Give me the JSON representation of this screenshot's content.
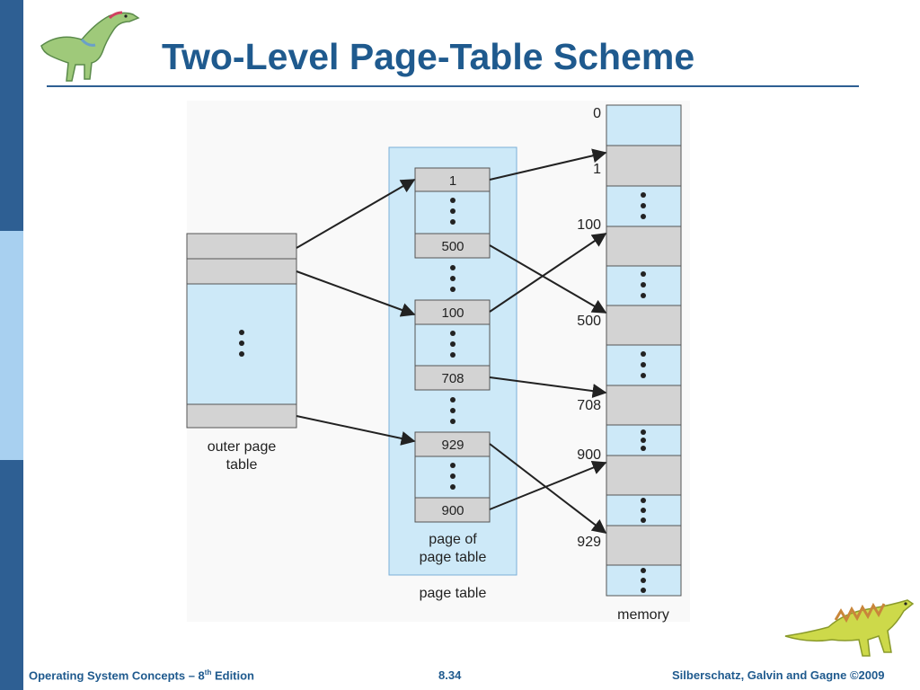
{
  "slide": {
    "title": "Two-Level Page-Table Scheme",
    "footer_left_prefix": "Operating System Concepts – 8",
    "footer_left_sup": "th",
    "footer_left_suffix": " Edition",
    "footer_center": "8.34",
    "footer_right": "Silberschatz, Galvin and Gagne ©2009"
  },
  "diagram": {
    "outer_label_line1": "outer page",
    "outer_label_line2": "table",
    "pot_label_line1": "page of",
    "pot_label_line2": "page table",
    "pt_label": "page table",
    "memory_label": "memory",
    "pot_entries": [
      "1",
      "500",
      "100",
      "708",
      "929",
      "900"
    ],
    "memory_labels": [
      "0",
      "1",
      "100",
      "500",
      "708",
      "900",
      "929"
    ]
  },
  "colors": {
    "title": "#1f5a8e",
    "sidebar": "#2e5f93",
    "sidebar_light": "#a8d0f0",
    "table_blue": "#cde9f8",
    "entry_gray": "#d3d3d3",
    "border": "#555555"
  }
}
